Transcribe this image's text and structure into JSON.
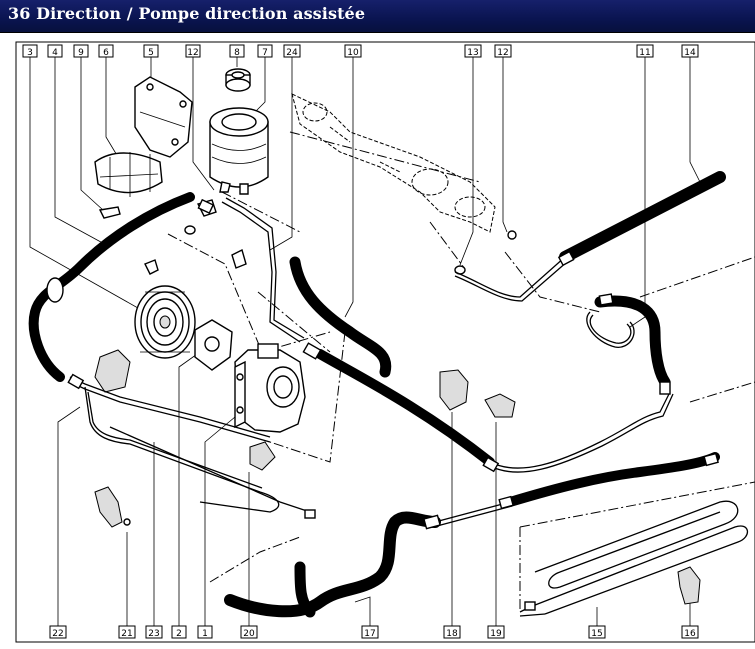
{
  "window": {
    "title": "36 Direction / Pompe direction assistée"
  },
  "callouts_top": [
    "3",
    "4",
    "9",
    "6",
    "5",
    "12",
    "8",
    "7",
    "24",
    "10",
    "13",
    "12",
    "11",
    "14"
  ],
  "callouts_bottom": [
    "22",
    "21",
    "23",
    "2",
    "1",
    "20",
    "17",
    "18",
    "19",
    "15",
    "16"
  ],
  "colors": {
    "title_bg": "#0a1450",
    "title_text": "#ffffff",
    "line": "#000000",
    "paper": "#ffffff"
  }
}
